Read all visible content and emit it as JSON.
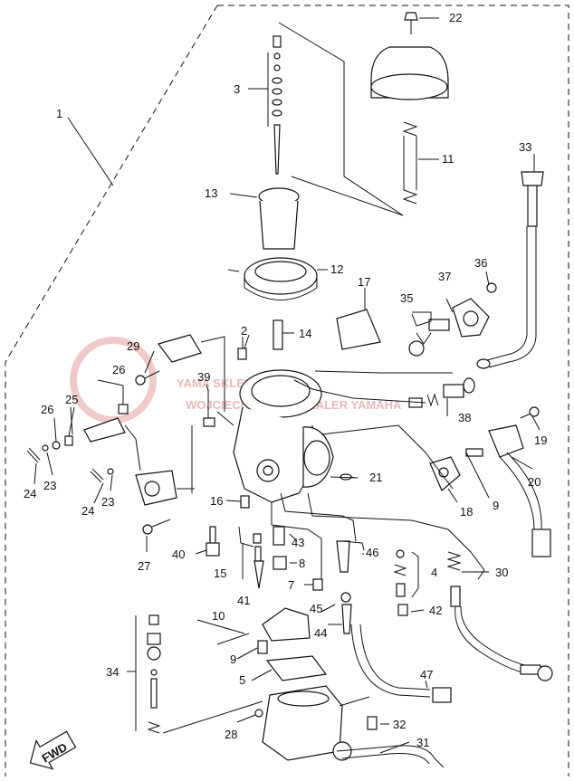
{
  "diagram": {
    "labels": {
      "p1": "1",
      "p2": "2",
      "p3": "3",
      "p4": "4",
      "p5": "5",
      "p7": "7",
      "p8": "8",
      "p9a": "9",
      "p9b": "9",
      "p10": "10",
      "p11": "11",
      "p12": "12",
      "p13": "13",
      "p14": "14",
      "p15": "15",
      "p16": "16",
      "p17": "17",
      "p18": "18",
      "p19": "19",
      "p20": "20",
      "p21": "21",
      "p22": "22",
      "p23a": "23",
      "p23b": "23",
      "p24a": "24",
      "p24b": "24",
      "p25": "25",
      "p26a": "26",
      "p26b": "26",
      "p27": "27",
      "p28": "28",
      "p29": "29",
      "p30": "30",
      "p31": "31",
      "p32": "32",
      "p33": "33",
      "p34": "34",
      "p35": "35",
      "p36": "36",
      "p37": "37",
      "p38": "38",
      "p39": "39",
      "p40": "40",
      "p41": "41",
      "p42": "42",
      "p43": "43",
      "p44": "44",
      "p45": "45",
      "p46": "46",
      "p47": "47"
    },
    "fwd": "FWD",
    "watermark": {
      "title": "YAMA SKLEP.PL",
      "subtitle": "WOJCIECHOWSKI - DEALER YAMAHA"
    },
    "colors": {
      "line": "#111111",
      "watermark": "#e6b9b9"
    }
  }
}
